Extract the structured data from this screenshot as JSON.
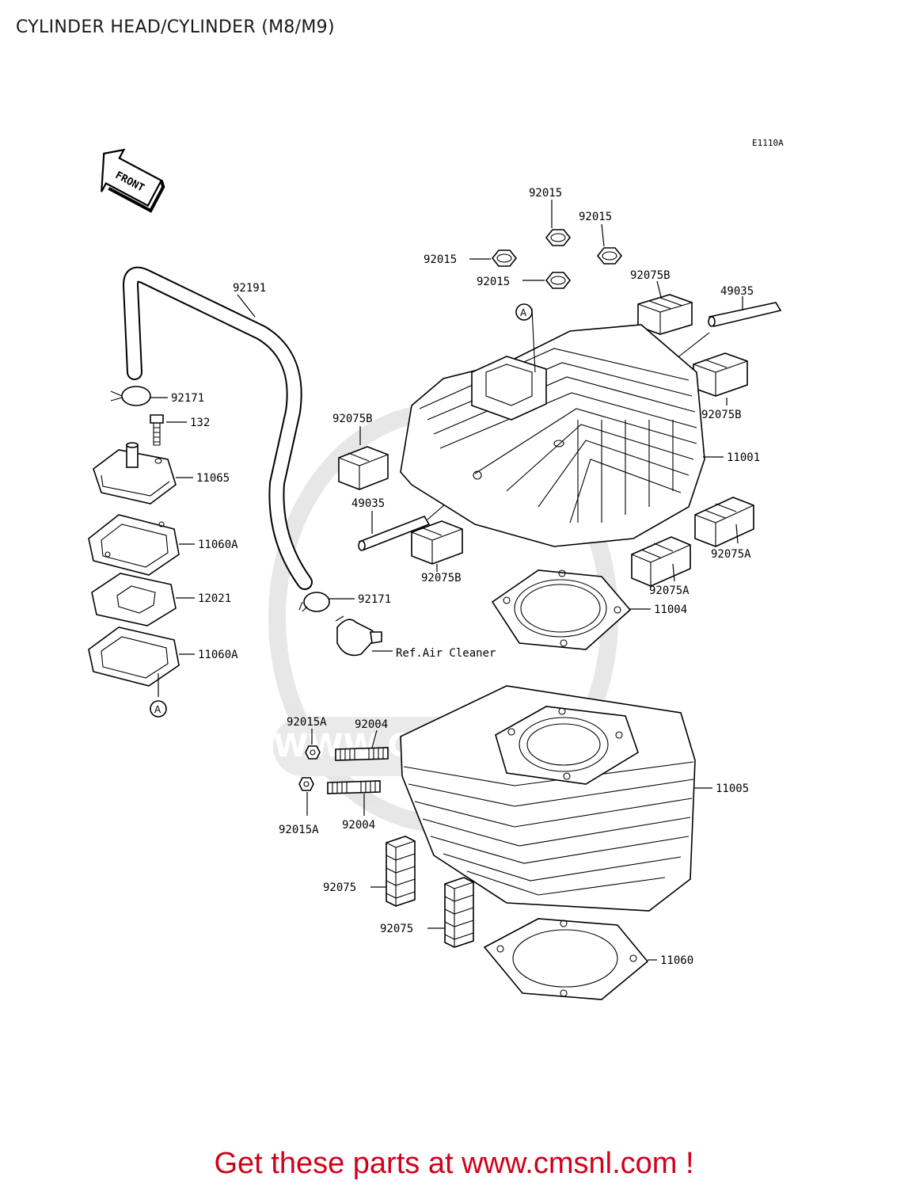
{
  "title": "CYLINDER HEAD/CYLINDER (M8/M9)",
  "diagram_code": "E1110A",
  "front_marker": "FRONT",
  "ref_a": "A",
  "footer": {
    "text": "Get these parts at www.cmsnl.com !"
  },
  "watermark": "WWW.CMSNL.COM",
  "callouts": {
    "nut_top": "92015",
    "nut_right": "92015",
    "nut_left": "92015",
    "nut_bottom": "92015",
    "hose": "92191",
    "clamp_top": "92171",
    "bolt": "132",
    "reed_cover": "11065",
    "gasket_upper": "11060A",
    "reed_plate": "12021",
    "gasket_lower": "11060A",
    "clamp_bottom": "92171",
    "air_cleaner_ref": "Ref.Air Cleaner",
    "damper_b_top": "92075B",
    "pin_top": "49035",
    "damper_b_right": "92075B",
    "head": "11001",
    "damper_b_left": "92075B",
    "pin_left": "49035",
    "damper_b_center": "92075B",
    "damper_a_right": "92075A",
    "damper_a_center": "92075A",
    "head_gasket": "11004",
    "nut_a_top": "92015A",
    "stud_top": "92004",
    "cylinder": "11005",
    "nut_a_bottom": "92015A",
    "stud_bottom": "92004",
    "damper_left": "92075",
    "damper_center": "92075",
    "base_gasket": "11060"
  }
}
